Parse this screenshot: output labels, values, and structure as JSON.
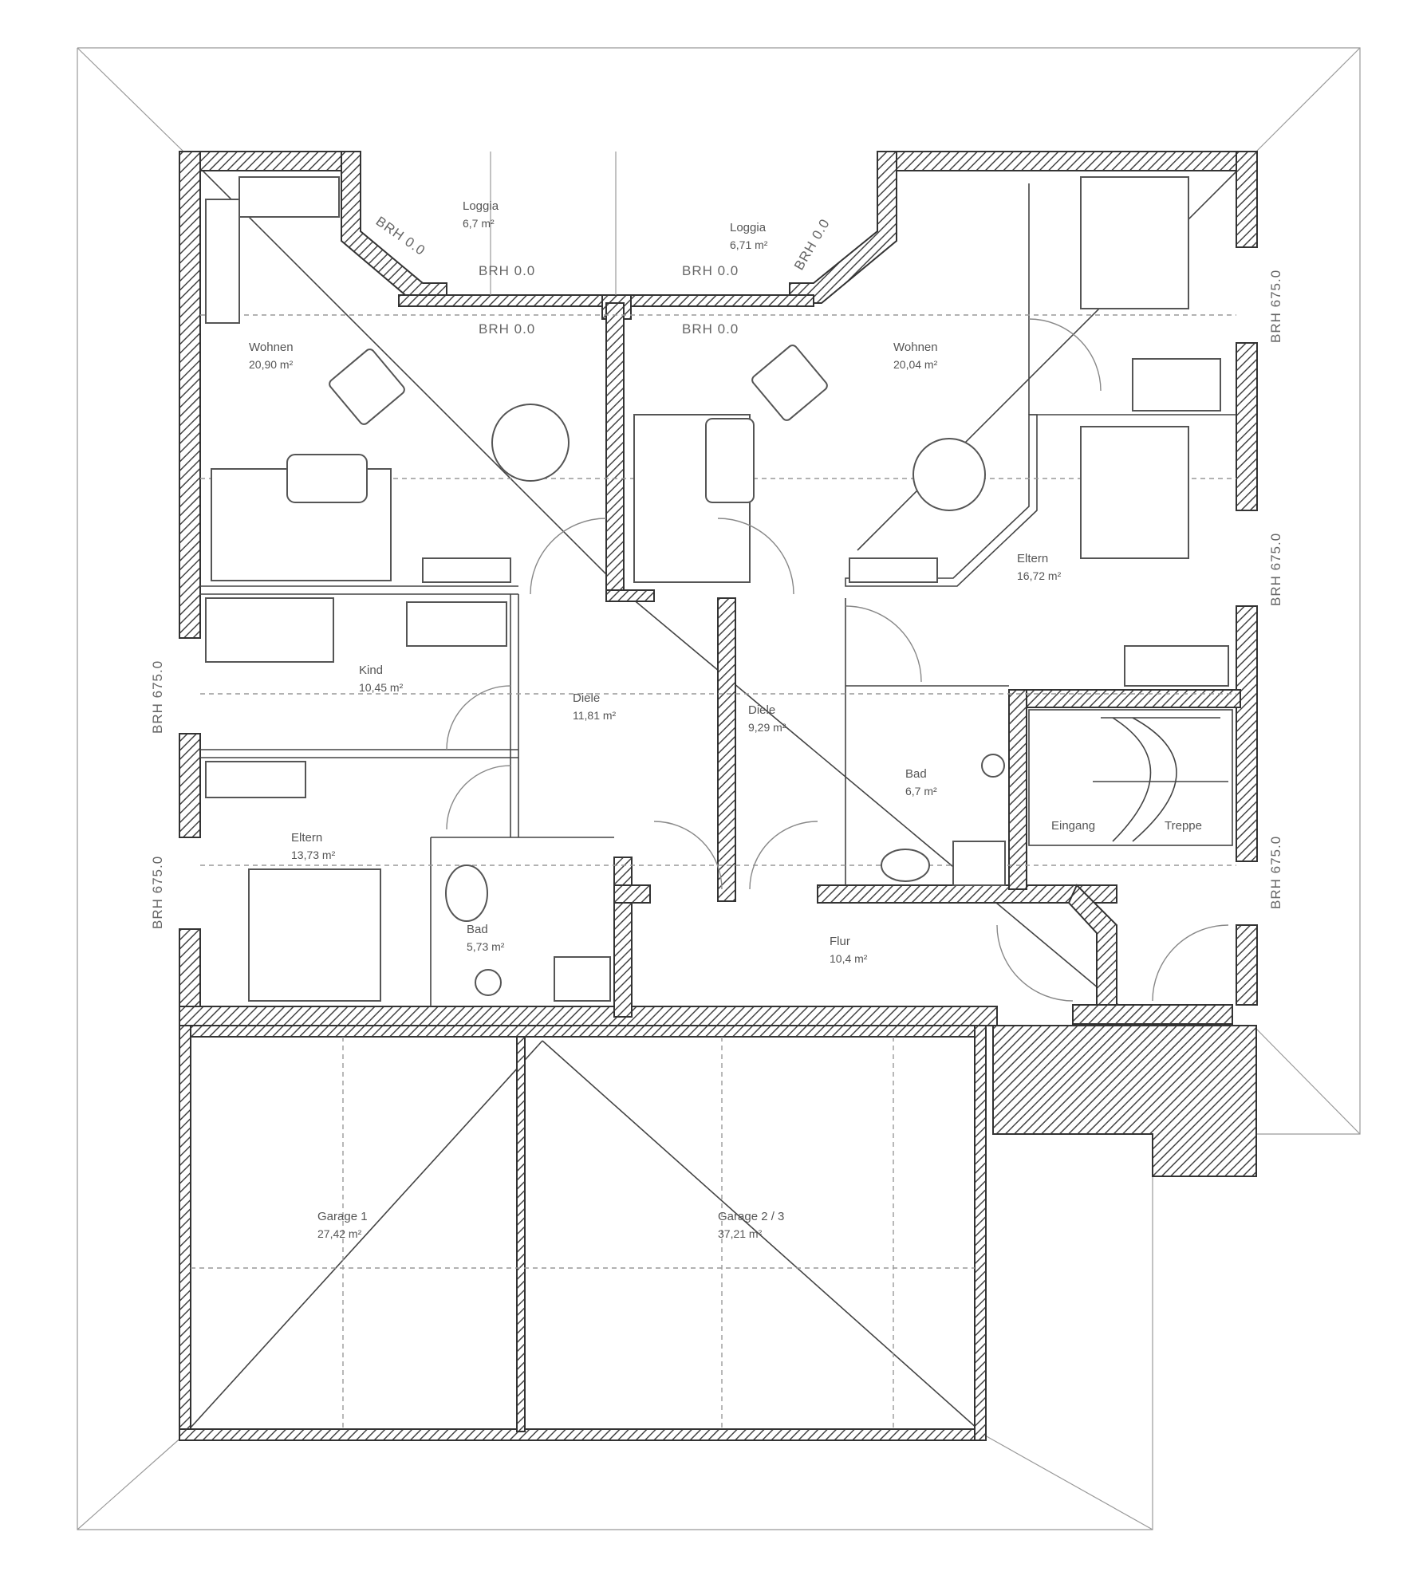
{
  "rooms": [
    {
      "id": "loggia-left",
      "name": "Loggia",
      "area": "6,7 m²"
    },
    {
      "id": "loggia-right",
      "name": "Loggia",
      "area": "6,71 m²"
    },
    {
      "id": "wohnen-left",
      "name": "Wohnen",
      "area": "20,90 m²"
    },
    {
      "id": "wohnen-right",
      "name": "Wohnen",
      "area": "20,04 m²"
    },
    {
      "id": "eltern-right",
      "name": "Eltern",
      "area": "16,72 m²"
    },
    {
      "id": "kind",
      "name": "Kind",
      "area": "10,45 m²"
    },
    {
      "id": "diele-left",
      "name": "Diele",
      "area": "11,81 m²"
    },
    {
      "id": "diele-right",
      "name": "Diele",
      "area": "9,29 m²"
    },
    {
      "id": "bad-right",
      "name": "Bad",
      "area": "6,7 m²"
    },
    {
      "id": "eltern-left",
      "name": "Eltern",
      "area": "13,73 m²"
    },
    {
      "id": "bad-left",
      "name": "Bad",
      "area": "5,73 m²"
    },
    {
      "id": "flur",
      "name": "Flur",
      "area": "10,4 m²"
    },
    {
      "id": "garage-1",
      "name": "Garage 1",
      "area": "27,42 m²"
    },
    {
      "id": "garage-2-3",
      "name": "Garage 2 / 3",
      "area": "37,21 m²"
    }
  ],
  "annotations": {
    "brh_00": "BRH 0.0",
    "brh_675": "BRH 675.0",
    "stair_label": "Eingang",
    "stair_label_right": "Treppe"
  },
  "colors": {
    "wall_hatch": "#444444",
    "line": "#444444",
    "faint": "#999999"
  }
}
